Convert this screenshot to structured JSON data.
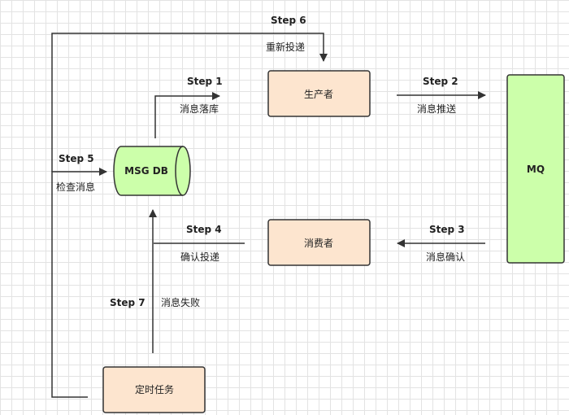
{
  "nodes": {
    "producer": "生产者",
    "consumer": "消费者",
    "msg_db": "MSG DB",
    "mq": "MQ",
    "scheduler": "定时任务"
  },
  "edges": {
    "step1": {
      "step": "Step 1",
      "text": "消息落库"
    },
    "step2": {
      "step": "Step 2",
      "text": "消息推送"
    },
    "step3": {
      "step": "Step 3",
      "text": "消息确认"
    },
    "step4": {
      "step": "Step 4",
      "text": "确认投递"
    },
    "step5": {
      "step": "Step 5",
      "text": "检查消息"
    },
    "step6": {
      "step": "Step 6",
      "text": "重新投递"
    },
    "step7": {
      "step": "Step 7",
      "text": "消息失败"
    }
  },
  "colors": {
    "box_fill": "#fde5cf",
    "box_stroke": "#333333",
    "green_fill": "#ccffaa",
    "arrow": "#333333"
  }
}
